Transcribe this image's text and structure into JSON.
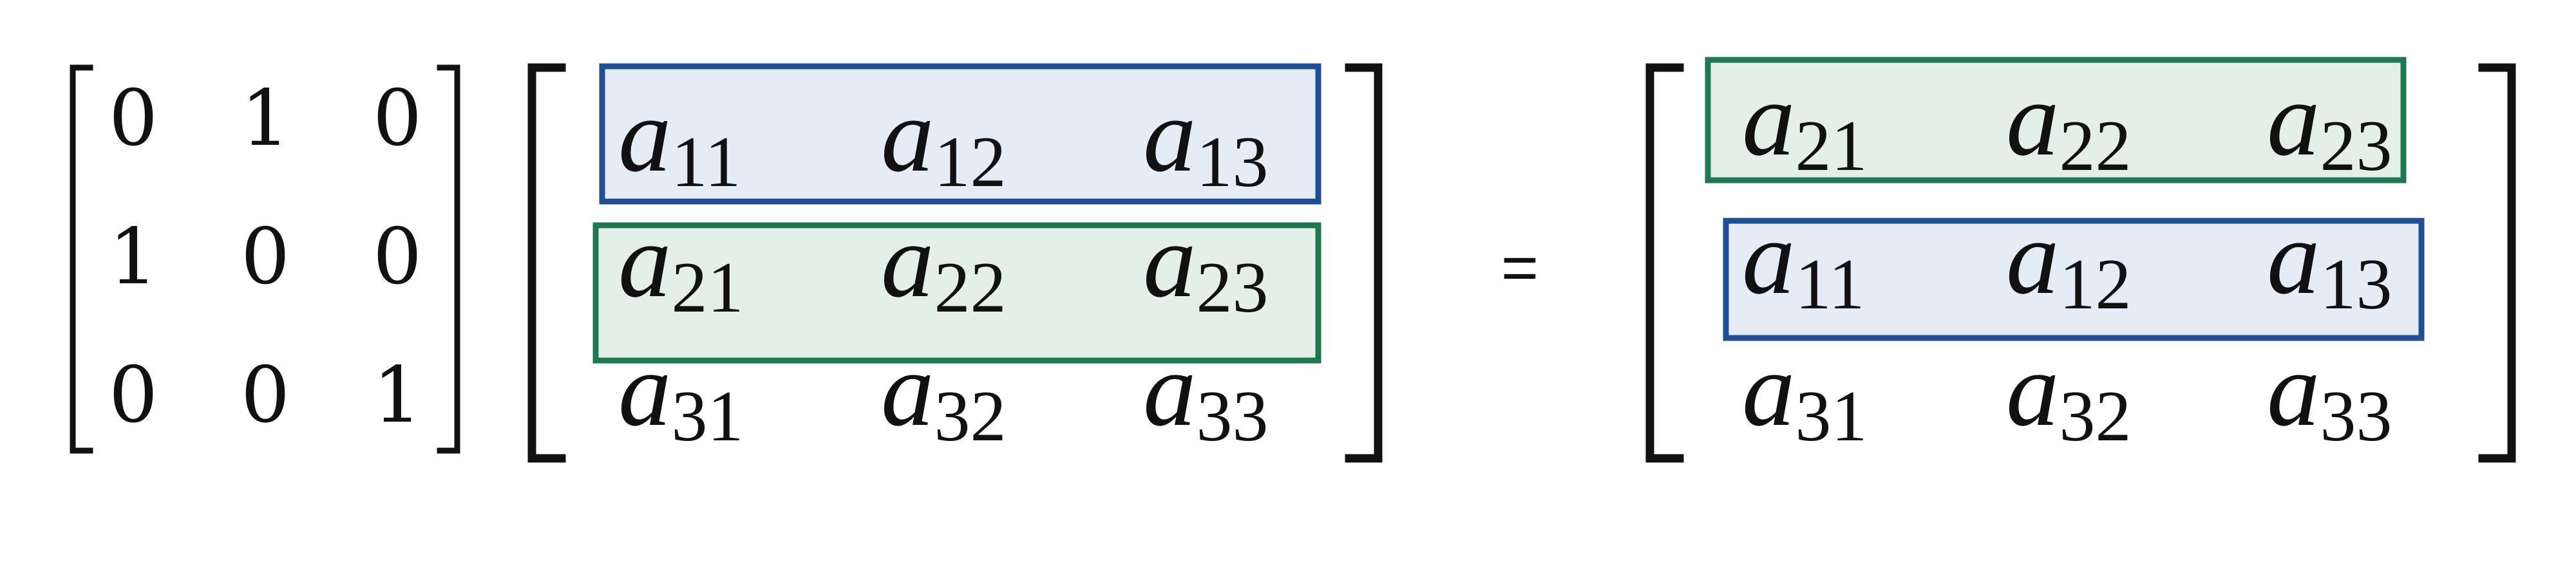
{
  "permutation_matrix": [
    [
      "0",
      "1",
      "0"
    ],
    [
      "1",
      "0",
      "0"
    ],
    [
      "0",
      "0",
      "1"
    ]
  ],
  "input_matrix": [
    [
      {
        "base": "a",
        "sub": "11"
      },
      {
        "base": "a",
        "sub": "12"
      },
      {
        "base": "a",
        "sub": "13"
      }
    ],
    [
      {
        "base": "a",
        "sub": "21"
      },
      {
        "base": "a",
        "sub": "22"
      },
      {
        "base": "a",
        "sub": "23"
      }
    ],
    [
      {
        "base": "a",
        "sub": "31"
      },
      {
        "base": "a",
        "sub": "32"
      },
      {
        "base": "a",
        "sub": "33"
      }
    ]
  ],
  "equals_sign": "=",
  "result_matrix": [
    [
      {
        "base": "a",
        "sub": "21"
      },
      {
        "base": "a",
        "sub": "22"
      },
      {
        "base": "a",
        "sub": "23"
      }
    ],
    [
      {
        "base": "a",
        "sub": "11"
      },
      {
        "base": "a",
        "sub": "12"
      },
      {
        "base": "a",
        "sub": "13"
      }
    ],
    [
      {
        "base": "a",
        "sub": "31"
      },
      {
        "base": "a",
        "sub": "32"
      },
      {
        "base": "a",
        "sub": "33"
      }
    ]
  ],
  "highlights": {
    "row_1_color_stroke": "#1f4e96",
    "row_1_color_fill": "#e6ecf5",
    "row_2_color_stroke": "#1e7852",
    "row_2_color_fill": "#e5efe9"
  }
}
